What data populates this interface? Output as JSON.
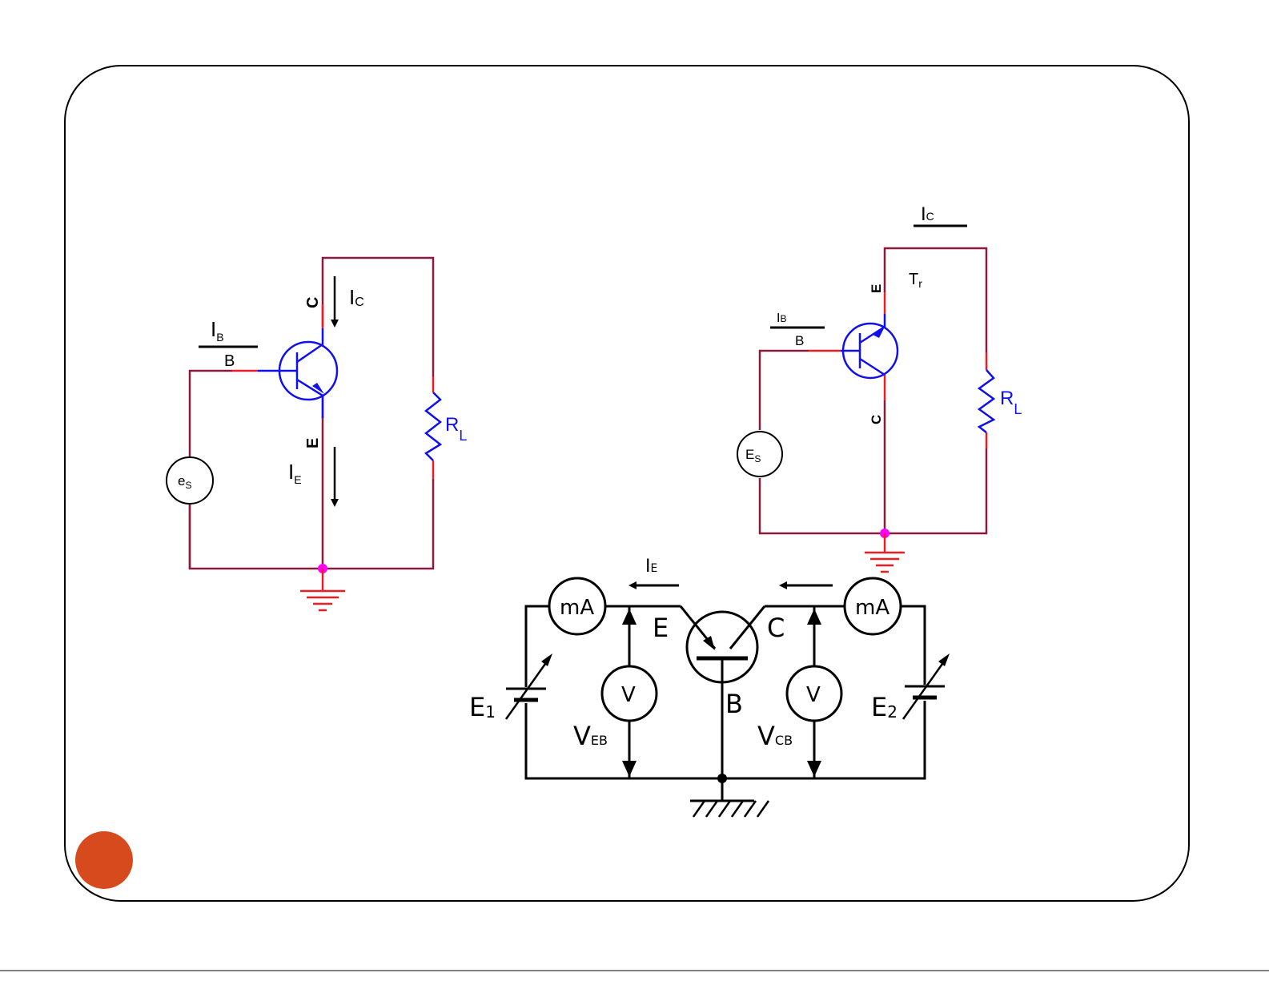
{
  "slide": {
    "frame_color": "#000000",
    "bullet_color": "#d64a1e"
  },
  "colors": {
    "wire": "#8b1a3c",
    "lead": "#ee1c24",
    "transistor": "#1010ee",
    "node": "#ff00ff"
  },
  "circuit_left": {
    "base_current": "I",
    "base_current_sub": "B",
    "base": "B",
    "collector": "C",
    "collector_current": "I",
    "collector_current_sub": "C",
    "emitter": "E",
    "emitter_current": "I",
    "emitter_current_sub": "E",
    "load": "R",
    "load_sub": "L",
    "source": "e",
    "source_sub": "S"
  },
  "circuit_right": {
    "top_current": "I",
    "top_current_sub": "C",
    "base_current": "I",
    "base_current_sub": "B",
    "base": "B",
    "emitter": "E",
    "collector": "C",
    "transistor": "T",
    "transistor_sub": "r",
    "load": "R",
    "load_sub": "L",
    "source": "E",
    "source_sub": "S"
  },
  "circuit_bottom": {
    "emitter_current": "I",
    "emitter_current_sub": "E",
    "ammeter_left": "mA",
    "ammeter_right": "mA",
    "emitter": "E",
    "collector": "C",
    "base": "B",
    "voltmeter_left": "V",
    "voltmeter_right": "V",
    "supply_left": "E",
    "supply_left_sub": "1",
    "supply_right": "E",
    "supply_right_sub": "2",
    "v_eb": "V",
    "v_eb_sub": "EB",
    "v_cb": "V",
    "v_cb_sub": "CB"
  }
}
